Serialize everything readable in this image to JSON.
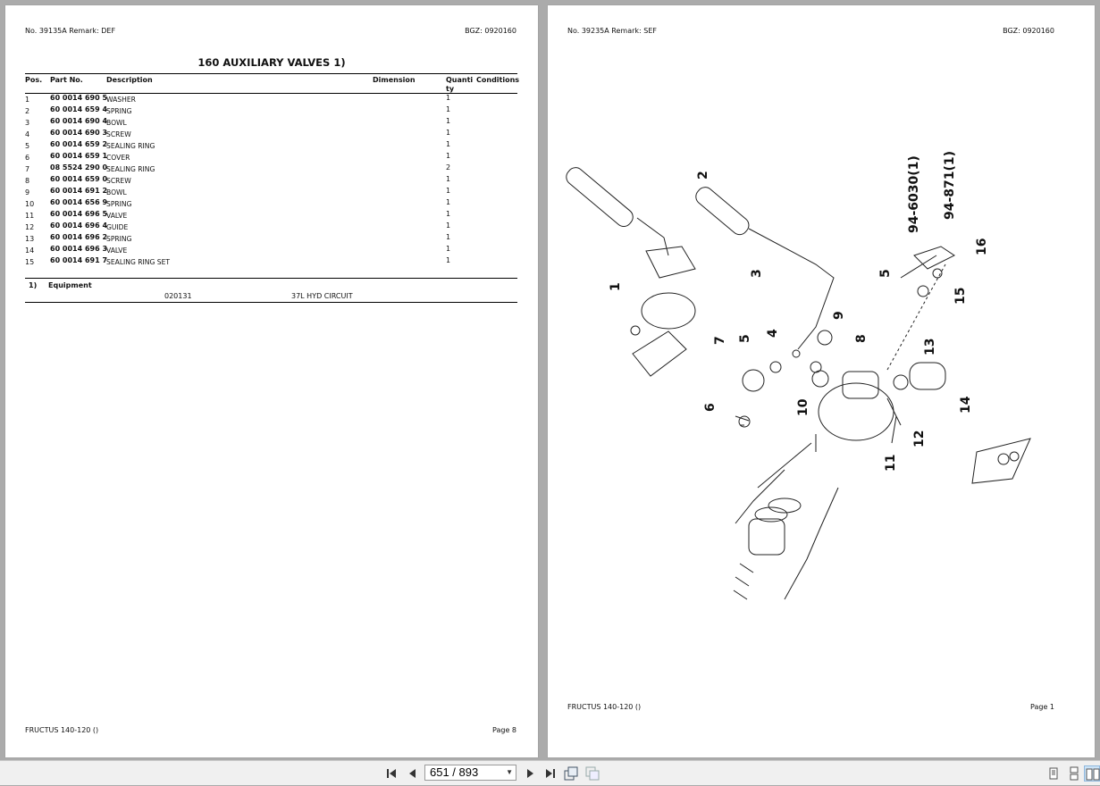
{
  "left_page": {
    "header_left": "No. 39135A   Remark: DEF",
    "header_right": "BGZ: 0920160",
    "title": "160 AUXILIARY VALVES  1)",
    "columns": {
      "pos": "Pos.",
      "part": "Part No.",
      "desc": "Description",
      "dim": "Dimension",
      "qty_line1": "Quanti",
      "qty_line2": "ty",
      "cond": "Conditions"
    },
    "rows": [
      {
        "pos": "1",
        "part": "60 0014 690 5",
        "desc": "WASHER",
        "qty": "1"
      },
      {
        "pos": "2",
        "part": "60 0014 659 4",
        "desc": "SPRING",
        "qty": "1"
      },
      {
        "pos": "3",
        "part": "60 0014 690 4",
        "desc": "BOWL",
        "qty": "1"
      },
      {
        "pos": "4",
        "part": "60 0014 690 3",
        "desc": "SCREW",
        "qty": "1"
      },
      {
        "pos": "5",
        "part": "60 0014 659 2",
        "desc": "SEALING RING",
        "qty": "1"
      },
      {
        "pos": "6",
        "part": "60 0014 659 1",
        "desc": "COVER",
        "qty": "1"
      },
      {
        "pos": "7",
        "part": "08 5524 290 0",
        "desc": "SEALING RING",
        "qty": "2"
      },
      {
        "pos": "8",
        "part": "60 0014 659 0",
        "desc": "SCREW",
        "qty": "1"
      },
      {
        "pos": "9",
        "part": "60 0014 691 2",
        "desc": "BOWL",
        "qty": "1"
      },
      {
        "pos": "10",
        "part": "60 0014 656 9",
        "desc": "SPRING",
        "qty": "1"
      },
      {
        "pos": "11",
        "part": "60 0014 696 5",
        "desc": "VALVE",
        "qty": "1"
      },
      {
        "pos": "12",
        "part": "60 0014 696 4",
        "desc": "GUIDE",
        "qty": "1"
      },
      {
        "pos": "13",
        "part": "60 0014 696 2",
        "desc": "SPRING",
        "qty": "1"
      },
      {
        "pos": "14",
        "part": "60 0014 696 3",
        "desc": "VALVE",
        "qty": "1"
      },
      {
        "pos": "15",
        "part": "60 0014 691 7",
        "desc": "SEALING RING SET",
        "qty": "1"
      }
    ],
    "footnote_num": "1)",
    "footnote_label": "Equipment",
    "footnote_code": "020131",
    "footnote_text": "37L HYD CIRCUIT",
    "footer_left": "FRUCTUS 140-120 ()",
    "footer_right": "Page 8"
  },
  "right_page": {
    "header_left": "No. 39235A   Remark: SEF",
    "header_right": "BGZ: 0920160",
    "footer_left": "FRUCTUS 140-120 ()",
    "footer_right": "Page 1",
    "callouts": [
      "1",
      "2",
      "3",
      "4",
      "5",
      "6",
      "7",
      "8",
      "9",
      "10",
      "11",
      "12",
      "13",
      "14",
      "5",
      "15",
      "16",
      "94-6030(1)",
      "94-871(1)"
    ]
  },
  "toolbar": {
    "page_indicator": "651 / 893",
    "first_icon": "first-page-icon",
    "prev_icon": "prev-page-icon",
    "next_icon": "next-page-icon",
    "last_icon": "last-page-icon"
  }
}
